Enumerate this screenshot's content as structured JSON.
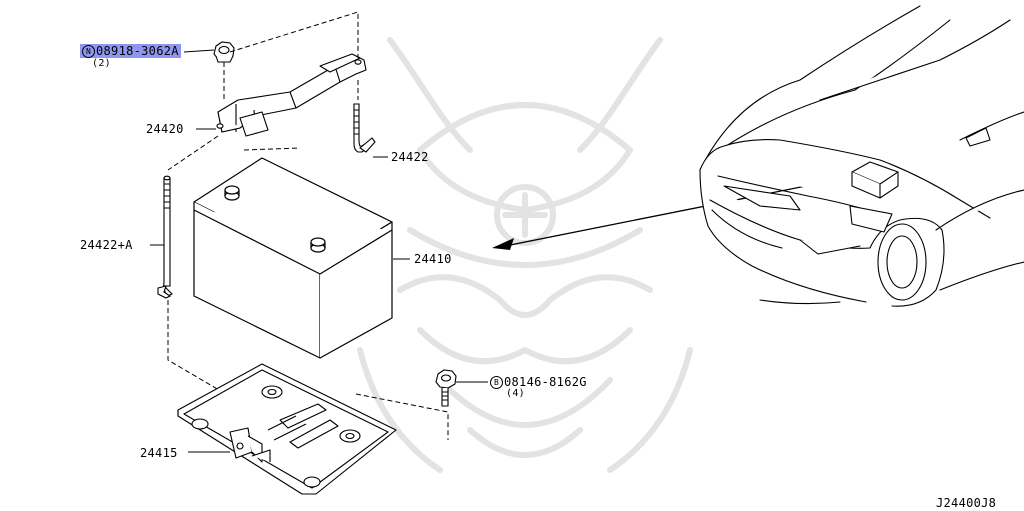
{
  "parts": {
    "nut": {
      "prefix": "N",
      "number": "08918-3062A",
      "qty": "(2)"
    },
    "bolt": {
      "prefix": "B",
      "number": "08146-8162G",
      "qty": "(4)"
    },
    "frame": "24420",
    "rod_right": "24422",
    "rod_left": "24422+A",
    "battery": "24410",
    "tray": "24415"
  },
  "diagram_id": "J24400J8",
  "colors": {
    "highlight": "#8f96f0",
    "line": "#000000",
    "watermark": "#e6e6e6"
  },
  "icons": {
    "watermark": "samurai-helmet-watermark",
    "vehicle": "car-front-icon"
  }
}
